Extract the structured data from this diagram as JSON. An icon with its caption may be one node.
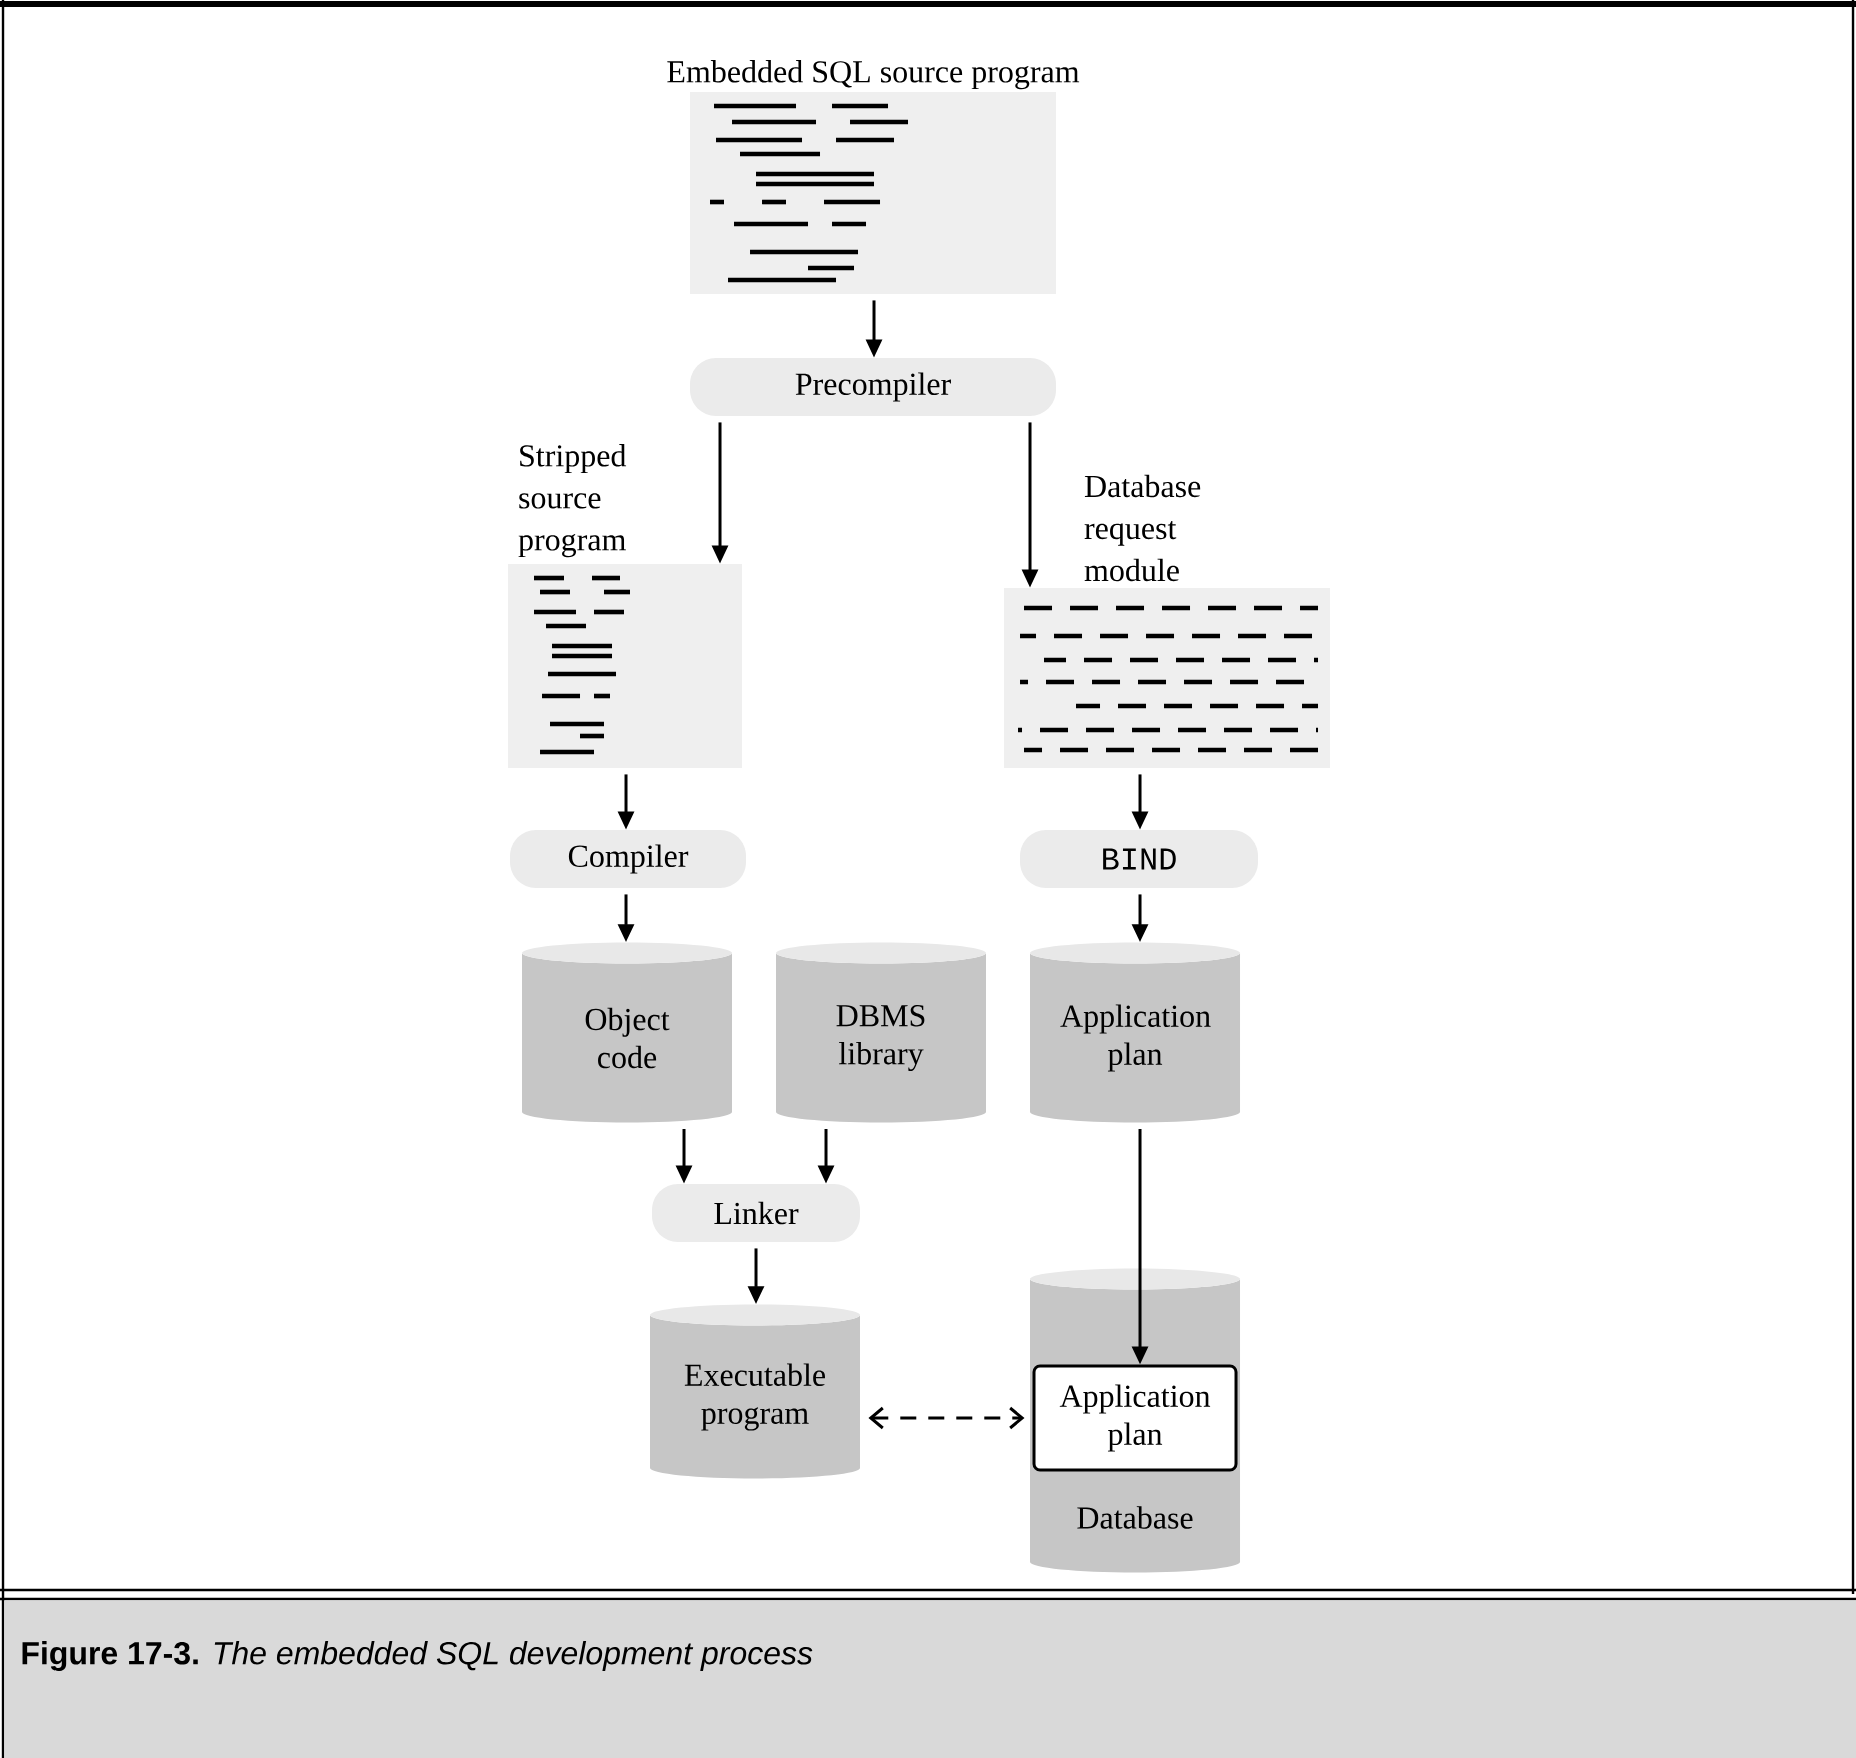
{
  "diagram": {
    "caption": "**Figure 17-3.** *The embedded SQL development process*",
    "nodes": [
      {
        "text": [
          "Embedded SQL source program"
        ]
      },
      {
        "text": [
          "Precompiler"
        ]
      },
      {
        "text": [
          "Stripped source program"
        ]
      },
      {
        "text": [
          "Database request module"
        ]
      },
      {
        "text": [
          "Compiler"
        ]
      },
      {
        "text": [
          "BIND"
        ]
      },
      {
        "text": [
          "Object code"
        ]
      },
      {
        "text": [
          "DBMS library"
        ]
      },
      {
        "text": [
          "Application plan"
        ]
      },
      {
        "text": [
          "Linker"
        ]
      },
      {
        "text": [
          "Executable program"
        ]
      },
      {
        "text": [
          "Database"
        ]
      },
      {
        "text": [
          "Application plan"
        ],
        "in": 11
      }
    ],
    "edges": [
      {
        "from": 0,
        "to": 1,
        "arrow": "to"
      },
      {
        "from": 1,
        "to": 2,
        "arrow": "to"
      },
      {
        "from": 1,
        "to": 3,
        "arrow": "to"
      },
      {
        "from": 2,
        "to": 4,
        "arrow": "to"
      },
      {
        "from": 3,
        "to": 5,
        "arrow": "to"
      },
      {
        "from": 4,
        "to": 6,
        "arrow": "to"
      },
      {
        "from": 5,
        "to": 8,
        "arrow": "to"
      },
      {
        "from": 6,
        "to": 9,
        "arrow": "to"
      },
      {
        "from": 7,
        "to": 9,
        "arrow": "to"
      },
      {
        "from": 9,
        "to": 10,
        "arrow": "to"
      },
      {
        "from": 8,
        "to": 12,
        "arrow": "to"
      },
      {
        "from": 10,
        "to": 12,
        "arrow": "both",
        "style": "dashed"
      }
    ]
  }
}
